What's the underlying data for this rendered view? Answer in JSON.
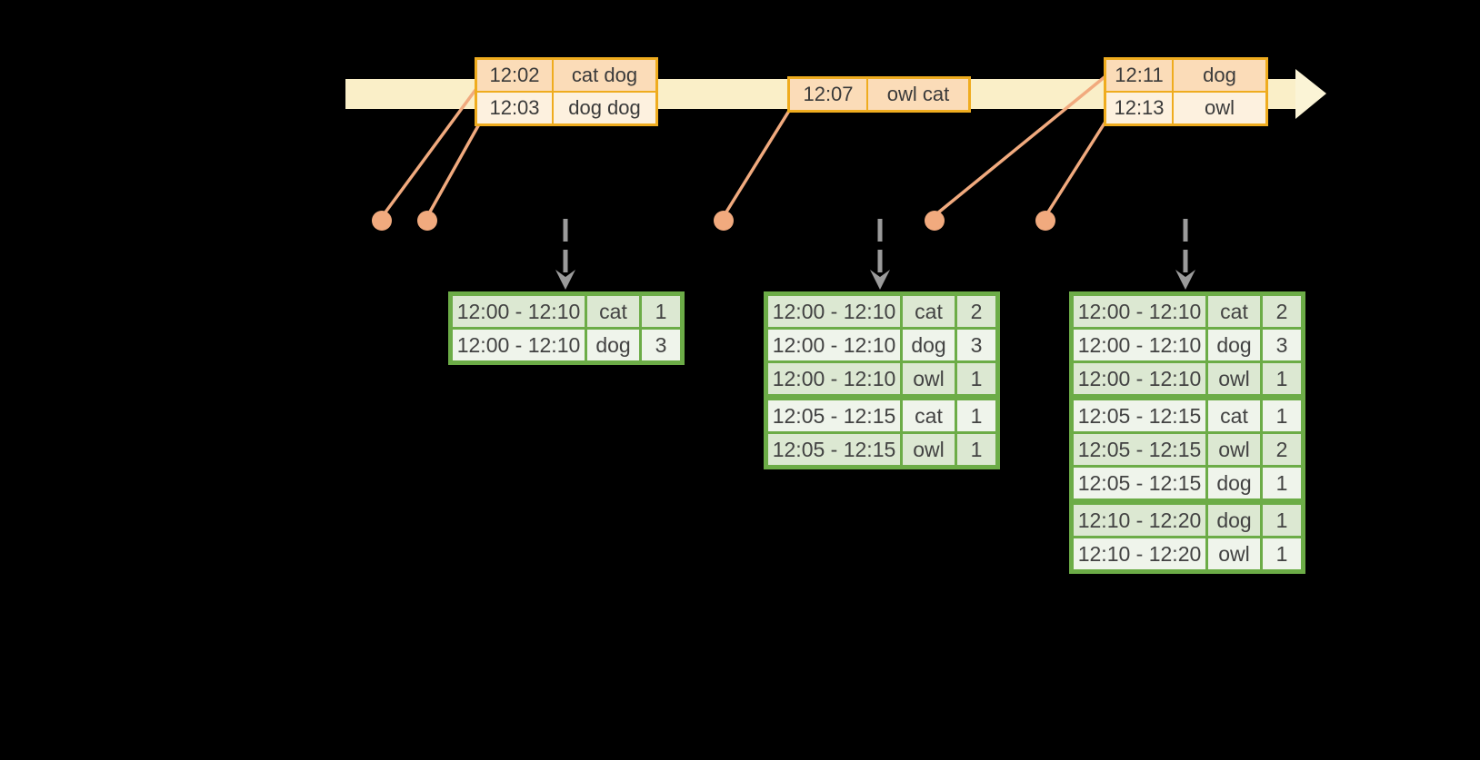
{
  "diagram": {
    "timeline": {
      "event_boxes": [
        {
          "rows": [
            {
              "time": "12:02",
              "words": "cat dog"
            },
            {
              "time": "12:03",
              "words": "dog dog"
            }
          ]
        },
        {
          "rows": [
            {
              "time": "12:07",
              "words": "owl cat"
            }
          ]
        },
        {
          "rows": [
            {
              "time": "12:11",
              "words": "dog"
            },
            {
              "time": "12:13",
              "words": "owl"
            }
          ]
        }
      ]
    },
    "result_tables": [
      {
        "rows": [
          [
            "12:00 - 12:10",
            "cat",
            "1"
          ],
          [
            "12:00 - 12:10",
            "dog",
            "3"
          ]
        ],
        "group_breaks": []
      },
      {
        "rows": [
          [
            "12:00 - 12:10",
            "cat",
            "2"
          ],
          [
            "12:00 - 12:10",
            "dog",
            "3"
          ],
          [
            "12:00 - 12:10",
            "owl",
            "1"
          ],
          [
            "12:05 - 12:15",
            "cat",
            "1"
          ],
          [
            "12:05 - 12:15",
            "owl",
            "1"
          ]
        ],
        "group_breaks": [
          3
        ]
      },
      {
        "rows": [
          [
            "12:00 - 12:10",
            "cat",
            "2"
          ],
          [
            "12:00 - 12:10",
            "dog",
            "3"
          ],
          [
            "12:00 - 12:10",
            "owl",
            "1"
          ],
          [
            "12:05 - 12:15",
            "cat",
            "1"
          ],
          [
            "12:05 - 12:15",
            "owl",
            "2"
          ],
          [
            "12:05 - 12:15",
            "dog",
            "1"
          ],
          [
            "12:10 - 12:20",
            "dog",
            "1"
          ],
          [
            "12:10 - 12:20",
            "owl",
            "1"
          ]
        ],
        "group_breaks": [
          3,
          6
        ]
      }
    ]
  },
  "colors": {
    "background": "#000000",
    "timeline_band": "#faefc8",
    "timeline_arrowhead": "#fbf4d6",
    "event_border": "#efac1f",
    "event_row_peach": "#fbdcb8",
    "event_row_cream": "#fdf1df",
    "event_text": "#3a3a3a",
    "connector_salmon": "#f1aa7e",
    "emit_arrow_gray": "#9b9b9b",
    "table_border": "#6cac47",
    "table_row_sage": "#dce8d2",
    "table_row_light": "#eff4eb",
    "table_text": "#424242"
  }
}
